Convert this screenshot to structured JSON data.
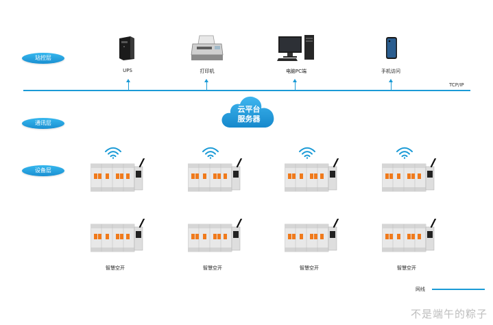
{
  "layers": {
    "station": "站控层",
    "comm": "通讯层",
    "device": "设备层"
  },
  "devices": [
    {
      "icon": "ups-icon",
      "label": "UPS"
    },
    {
      "icon": "printer-icon",
      "label": "打印机"
    },
    {
      "icon": "pc-icon",
      "label": "电脑PC端"
    },
    {
      "icon": "phone-icon",
      "label": "手机访问"
    }
  ],
  "bus_label": "TCP/IP",
  "cloud": {
    "line1": "云平台",
    "line2": "服务器"
  },
  "breaker_label": "智慧空开",
  "legend": {
    "network_label": "网线"
  },
  "watermark": "不是端午的粽子",
  "colors": {
    "accent": "#1a9ad6",
    "breaker_orange": "#f07a1c"
  }
}
